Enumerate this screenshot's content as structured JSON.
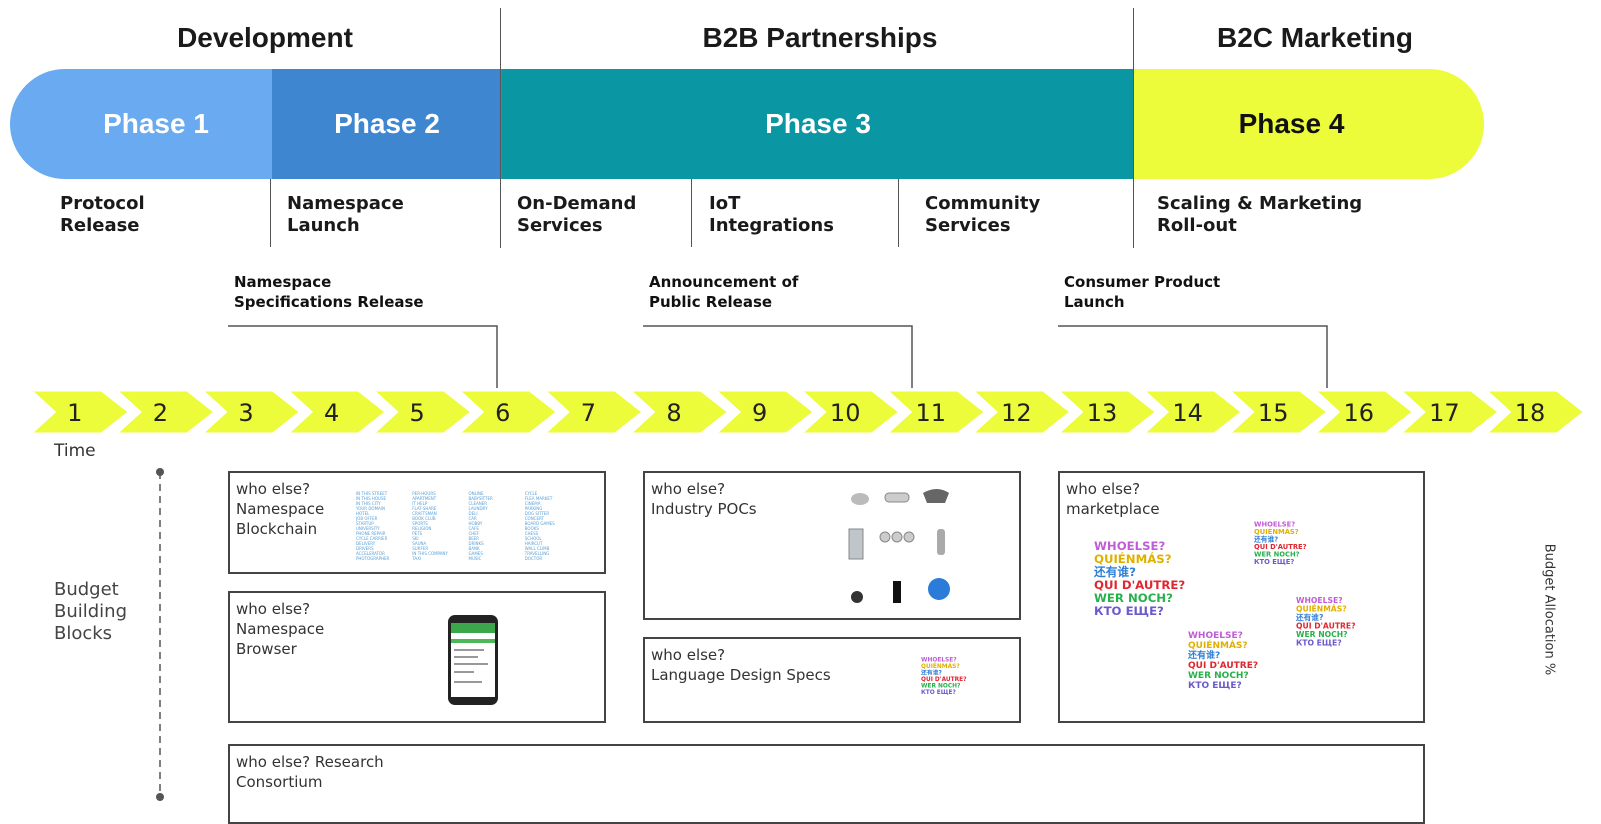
{
  "sections": [
    {
      "title": "Development"
    },
    {
      "title": "B2B Partnerships"
    },
    {
      "title": "B2C Marketing"
    }
  ],
  "phases": [
    {
      "label": "Phase 1",
      "color": "#6aaaf0",
      "text_color": "#ffffff"
    },
    {
      "label": "Phase 2",
      "color": "#3f86d0",
      "text_color": "#ffffff"
    },
    {
      "label": "Phase 3",
      "color": "#0a96a2",
      "text_color": "#ffffff"
    },
    {
      "label": "Phase 4",
      "color": "#ecfb3a",
      "text_color": "#111111"
    }
  ],
  "sub_phases": [
    {
      "label": "Protocol\nRelease"
    },
    {
      "label": "Namespace\nLaunch"
    },
    {
      "label": "On-Demand\nServices"
    },
    {
      "label": "IoT\nIntegrations"
    },
    {
      "label": "Community\nServices"
    },
    {
      "label": "Scaling & Marketing\nRoll-out"
    }
  ],
  "milestones": [
    {
      "label": "Namespace\nSpecifications Release"
    },
    {
      "label": "Announcement of\nPublic Release"
    },
    {
      "label": "Consumer  Product\nLaunch"
    }
  ],
  "timeline": {
    "steps": [
      "1",
      "2",
      "3",
      "4",
      "5",
      "6",
      "7",
      "8",
      "9",
      "10",
      "11",
      "12",
      "13",
      "14",
      "15",
      "16",
      "17",
      "18"
    ],
    "color": "#ecfb3a",
    "axis_label": "Time"
  },
  "budget": {
    "label": "Budget\nBuilding\nBlocks",
    "right_label": "Budget Allocation %"
  },
  "blocks": [
    {
      "title": "who else?\nNamespace\nBlockchain"
    },
    {
      "title": "who else?\nNamespace\nBrowser"
    },
    {
      "title": "who else?\nIndustry POCs"
    },
    {
      "title": "who else?\nLanguage Design Specs"
    },
    {
      "title": "who else?\nmarketplace"
    },
    {
      "title": "who else? Research\nConsortium"
    }
  ],
  "logo_lines": [
    {
      "text": "WHOELSE?",
      "color": "#c05cd6"
    },
    {
      "text": "QUIÉNMÁS?",
      "color": "#e0b000"
    },
    {
      "text": "还有谁?",
      "color": "#2f7fd8"
    },
    {
      "text": "QUI D'AUTRE?",
      "color": "#e0262f"
    },
    {
      "text": "WER NOCH?",
      "color": "#28b04c"
    },
    {
      "text": "КТО ЕЩЕ?",
      "color": "#6a5acd"
    }
  ],
  "namespace_words": [
    "IN THIS STREET",
    "IN THIS HOUSE",
    "IN THIS CITY",
    "YOUR DOMAIN",
    "HOTEL",
    "JOB OFFER",
    "STARTUP",
    "UNIVERSITY",
    "PHONE REPAIR",
    "CYCLE CARRIER",
    "DELIVERY",
    "DRIVERS",
    "ACCELERATOR",
    "PHOTOGRAPHER",
    "PER-HOURS",
    "APARTMENT",
    "IT HELP",
    "FLAT-SHARE",
    "CRAFTSMAN",
    "BOOK CLUB",
    "SPORTS",
    "RELIGION",
    "PETS",
    "SKI",
    "SAUNA",
    "SURFER",
    "IN THIS COMPANY",
    "TAXI",
    "ONLINE",
    "BABYSITTER",
    "CLEANER",
    "LAUNDRY",
    "DELI",
    "CAR",
    "HOBBY",
    "CAFE",
    "CHEF",
    "BEER",
    "DRINKS",
    "BANK",
    "GAMES",
    "MUSIC",
    "CYCLE",
    "FLEA MARKET",
    "CINEMA",
    "PARKING",
    "DOG SITTER",
    "CONCERT",
    "BOARD GAMES",
    "BOOKS",
    "CHESS",
    "SCHOOL",
    "HAIRCUT",
    "WALL CLIMB",
    "TRAVELLING",
    "DOCTOR"
  ]
}
